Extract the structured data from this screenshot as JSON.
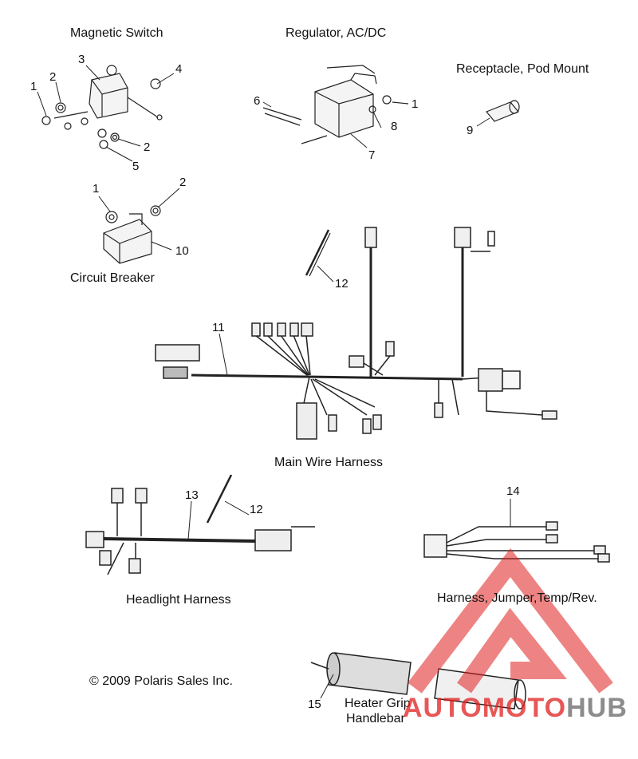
{
  "labels": {
    "magnetic_switch": "Magnetic Switch",
    "regulator": "Regulator, AC/DC",
    "receptacle": "Receptacle, Pod Mount",
    "circuit_breaker": "Circuit Breaker",
    "main_wire_harness": "Main Wire Harness",
    "headlight_harness": "Headlight Harness",
    "jumper_harness": "Harness, Jumper,Temp/Rev.",
    "heater_grip_1": "Heater Grip",
    "heater_grip_2": "Handlebar",
    "copyright": "© 2009 Polaris Sales Inc."
  },
  "callouts": {
    "c1a": "1",
    "c2a": "2",
    "c3": "3",
    "c4": "4",
    "c2b": "2",
    "c5": "5",
    "c6": "6",
    "c1b": "1",
    "c8": "8",
    "c7": "7",
    "c9": "9",
    "c1c": "1",
    "c2c": "2",
    "c10": "10",
    "c12a": "12",
    "c11": "11",
    "c13": "13",
    "c12b": "12",
    "c14": "14",
    "c15": "15"
  },
  "watermark": {
    "part1": "AUTO",
    "part2": "MOTO",
    "part3": "HUB",
    "color_red": "#e0201e",
    "color_gray": "#8c8c8c"
  }
}
